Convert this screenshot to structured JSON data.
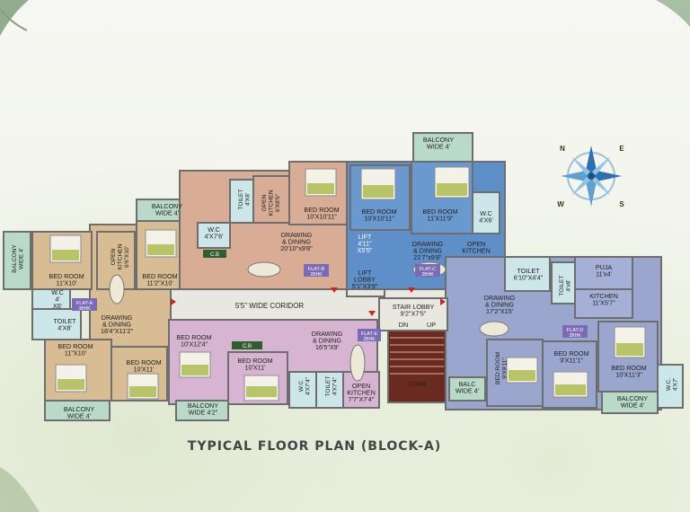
{
  "title": "TYPICAL FLOOR PLAN (BLOCK-A)",
  "compass": {
    "n": "N",
    "e": "E",
    "s": "S",
    "w": "W"
  },
  "corridor": "5'5\" WIDE CORIDOR",
  "colors": {
    "flat_a": "#d8bc93",
    "flat_b": "#d9ac95",
    "flat_c": "#5f8fc8",
    "flat_d": "#9ba6cf",
    "flat_e": "#d7b4d2",
    "balcony": "#b9d9c9",
    "toilet": "#cde6ea",
    "lift": "#7b2f6e",
    "corridor": "#e8e8e0"
  },
  "flat_tags": {
    "a": [
      "FLAT-A",
      "3BHK"
    ],
    "b": [
      "FLAT-B",
      "2BHK"
    ],
    "c": [
      "FLAT-C",
      "2BHK"
    ],
    "d": [
      "FLAT-D",
      "3BHK"
    ],
    "e": [
      "FLAT-E",
      "2BHK"
    ]
  },
  "cb_labels": [
    "C.B",
    "C.B"
  ],
  "rooms": {
    "a_balcony1": [
      "BALCONY",
      "WIDE 4'"
    ],
    "a_bed1": [
      "BED ROOM",
      "11'X10'"
    ],
    "a_open_kitchen": [
      "OPEN",
      "KITCHEN",
      "6'6\"X10'"
    ],
    "a_balcony_top": [
      "BALCONY",
      "WIDE 4'"
    ],
    "a_bed2": [
      "BED ROOM",
      "11'2\"X10'"
    ],
    "a_wc": [
      "W.C",
      "4'",
      "X6'"
    ],
    "a_toilet": [
      "TOILET",
      "4'X8'"
    ],
    "a_drawing": [
      "DRAWING",
      "& DINING",
      "18'4\"X11'2\""
    ],
    "a_bed3": [
      "BED ROOM",
      "11\"X10'"
    ],
    "a_bed4": [
      "BED ROOM",
      "10'X11'"
    ],
    "a_balcony_bottom": [
      "BALCONY",
      "WIDE 4'"
    ],
    "b_wc": [
      "W.C",
      "4'X7'6'"
    ],
    "b_toilet": [
      "TOILET",
      "4'X8'"
    ],
    "b_open_kitchen": [
      "OPEN",
      "KITCHEN",
      "6'X8'6\""
    ],
    "b_bed": [
      "BED ROOM",
      "10'X10'11\""
    ],
    "b_drawing": [
      "DRAWING",
      "& DINING",
      "20'10\"x9'8\""
    ],
    "lift": [
      "LIFT",
      "4'11\"",
      "X5'5\""
    ],
    "lift_lobby": [
      "LIFT",
      "LOBBY",
      "5'1\"X3'9\""
    ],
    "c_balcony": [
      "BALCONY",
      "WIDE 4'"
    ],
    "c_bed1": [
      "BED ROOM",
      "10'X10'11\""
    ],
    "c_bed2": [
      "BED ROOM",
      "11'X11'9\""
    ],
    "c_wc": [
      "W.C",
      "4'X6'"
    ],
    "c_drawing": [
      "DRAWING",
      "& DINING",
      "21'7\"x9'8\""
    ],
    "c_open_kitchen": [
      "OPEN",
      "KITCHEN"
    ],
    "d_toilet1": [
      "TOILET",
      "6'10\"X4'4\""
    ],
    "d_toilet2": [
      "TOILET",
      "4'x8'"
    ],
    "d_puja": [
      "PUJA",
      "11'x4'"
    ],
    "d_kitchen": [
      "KITCHEN",
      "11'X5'7\""
    ],
    "d_drawing": [
      "DRAWING",
      "& DINING",
      "17'2\"X15'"
    ],
    "d_bed1": [
      "BED ROOM",
      "9'X9'11\""
    ],
    "d_bed2": [
      "BED ROOM",
      "9'X11'1\""
    ],
    "d_bed3": [
      "BED ROOM",
      "10'X11'3\""
    ],
    "d_balc": [
      "BALC",
      "WIDE 4'"
    ],
    "d_balcony": [
      "BALCONY",
      "WIDE 4'"
    ],
    "d_wc": [
      "W.C.",
      "4'X7'"
    ],
    "stair_lobby": [
      "STAIR LOBBY",
      "9'2\"X7'5\""
    ],
    "stair": [
      "STAIR"
    ],
    "stair_dn": [
      "DN"
    ],
    "stair_up": [
      "UP"
    ],
    "e_bed1": [
      "BED ROOM",
      "10'X12'4\""
    ],
    "e_bed2": [
      "BED ROOM",
      "10'X11'"
    ],
    "e_balcony": [
      "BALCONY",
      "WIDE 4'2\""
    ],
    "e_drawing": [
      "DRAWING",
      "& DINING",
      "16'5\"X9'"
    ],
    "e_wc": [
      "W.C",
      "4'X7'4\""
    ],
    "e_toilet": [
      "TOILET",
      "4'X7'4\""
    ],
    "e_open_kitchen": [
      "OPEN",
      "KITCHEN",
      "7'7\"X7'4\""
    ]
  }
}
